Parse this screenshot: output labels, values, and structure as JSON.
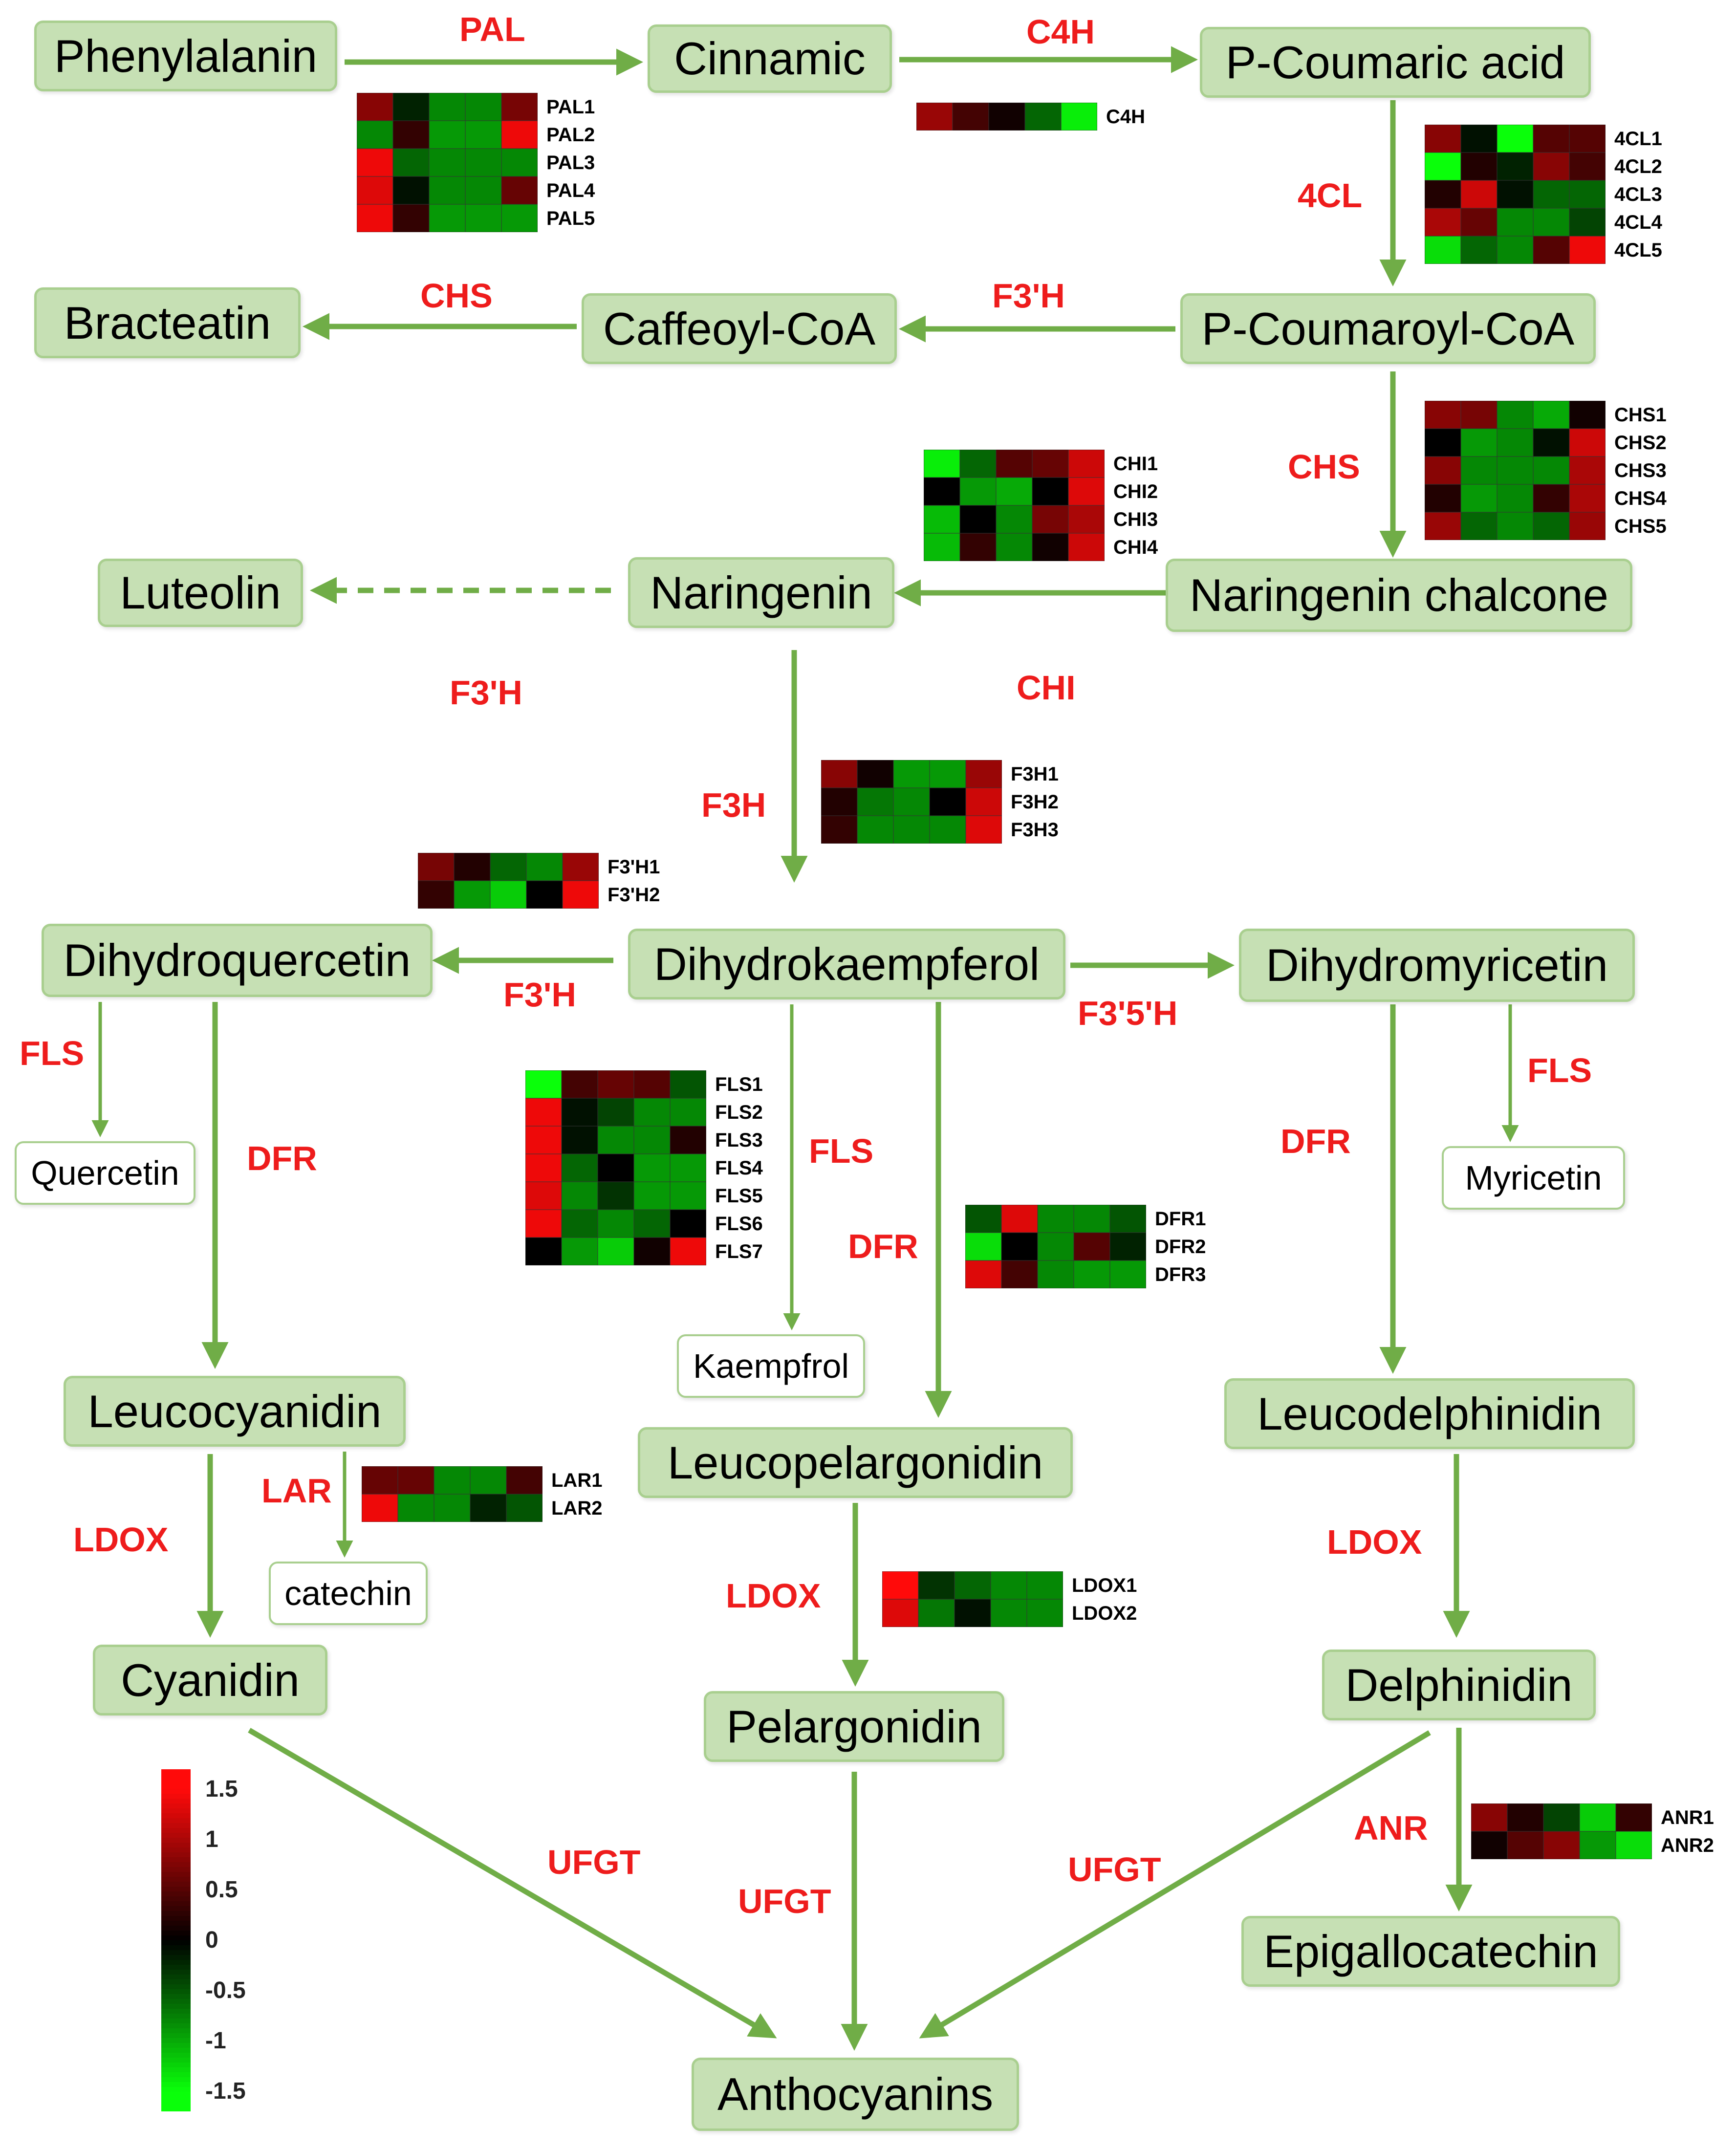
{
  "nodes": {
    "phenylalanin": "Phenylalanin",
    "cinnamic": "Cinnamic",
    "p_coumaric_acid": "P-Coumaric acid",
    "bracteatin": "Bracteatin",
    "caffeoyl_coa": "Caffeoyl-CoA",
    "p_coumaroyl_coa": "P-Coumaroyl-CoA",
    "luteolin": "Luteolin",
    "naringenin": "Naringenin",
    "naringenin_chalcone": "Naringenin chalcone",
    "dihydroquercetin": "Dihydroquercetin",
    "dihydrokaempferol": "Dihydrokaempferol",
    "dihydromyricetin": "Dihydromyricetin",
    "quercetin": "Quercetin",
    "kaempfrol": "Kaempfrol",
    "myricetin": "Myricetin",
    "leucocyanidin": "Leucocyanidin",
    "leucopelargonidin": "Leucopelargonidin",
    "leucodelphinidin": "Leucodelphinidin",
    "catechin": "catechin",
    "cyanidin": "Cyanidin",
    "pelargonidin": "Pelargonidin",
    "delphinidin": "Delphinidin",
    "epigallocatechin": "Epigallocatechin",
    "anthocyanins": "Anthocyanins"
  },
  "enzymes": {
    "pal": "PAL",
    "c4h": "C4H",
    "four_cl": "4CL",
    "chs_top": "CHS",
    "f3h_top": "F3'H",
    "chs_mid": "CHS",
    "f3h_left": "F3'H",
    "chi": "CHI",
    "f3h": "F3H",
    "f3h_mid": "F3'H",
    "f35h": "F3'5'H",
    "fls_left": "FLS",
    "dfr_left": "DFR",
    "fls_mid": "FLS",
    "dfr_mid": "DFR",
    "dfr_right": "DFR",
    "fls_right": "FLS",
    "lar": "LAR",
    "ldox_left": "LDOX",
    "ldox_mid": "LDOX",
    "ldox_right": "LDOX",
    "anr": "ANR",
    "ufgt_left": "UFGT",
    "ufgt_mid": "UFGT",
    "ufgt_right": "UFGT"
  },
  "colors": {
    "node_fill": "#c6e0b4",
    "node_border": "#a9cf8f",
    "arrow": "#70ad47",
    "enzyme_text": "#ee1c1c",
    "heat_high": "#ff1a1a",
    "heat_mid": "#000000",
    "heat_low": "#1aff1a"
  },
  "heatmaps": [
    {
      "id": "pal",
      "genes": [
        {
          "name": "PAL1",
          "values": [
            0.8,
            -0.2,
            -0.8,
            -0.8,
            0.7
          ]
        },
        {
          "name": "PAL2",
          "values": [
            -0.8,
            0.3,
            -0.9,
            -0.9,
            1.4
          ]
        },
        {
          "name": "PAL3",
          "values": [
            1.4,
            -0.6,
            -0.8,
            -0.8,
            -0.8
          ]
        },
        {
          "name": "PAL4",
          "values": [
            1.3,
            -0.1,
            -0.8,
            -0.8,
            0.6
          ]
        },
        {
          "name": "PAL5",
          "values": [
            1.4,
            0.3,
            -0.9,
            -0.9,
            -0.9
          ]
        }
      ]
    },
    {
      "id": "c4h",
      "genes": [
        {
          "name": "C4H",
          "values": [
            0.9,
            0.4,
            0.1,
            -0.6,
            -1.4
          ]
        }
      ]
    },
    {
      "id": "4cl",
      "genes": [
        {
          "name": "4CL1",
          "values": [
            0.8,
            -0.1,
            -1.5,
            0.5,
            0.5
          ]
        },
        {
          "name": "4CL2",
          "values": [
            -1.5,
            0.2,
            -0.2,
            0.8,
            0.4
          ]
        },
        {
          "name": "4CL3",
          "values": [
            0.2,
            1.2,
            -0.1,
            -0.6,
            -0.6
          ]
        },
        {
          "name": "4CL4",
          "values": [
            1.0,
            0.6,
            -0.8,
            -0.8,
            -0.4
          ]
        },
        {
          "name": "4CL5",
          "values": [
            -1.3,
            -0.6,
            -0.8,
            0.5,
            1.4
          ]
        }
      ]
    },
    {
      "id": "chs",
      "genes": [
        {
          "name": "CHS1",
          "values": [
            0.8,
            0.7,
            -0.8,
            -1.0,
            0.1
          ]
        },
        {
          "name": "CHS2",
          "values": [
            0.0,
            -0.9,
            -0.8,
            -0.1,
            1.2
          ]
        },
        {
          "name": "CHS3",
          "values": [
            0.8,
            -0.8,
            -0.8,
            -0.8,
            1.0
          ]
        },
        {
          "name": "CHS4",
          "values": [
            0.2,
            -0.9,
            -0.8,
            0.3,
            1.0
          ]
        },
        {
          "name": "CHS5",
          "values": [
            0.9,
            -0.6,
            -0.8,
            -0.6,
            0.9
          ]
        }
      ]
    },
    {
      "id": "chi",
      "genes": [
        {
          "name": "CHI1",
          "values": [
            -1.4,
            -0.6,
            0.5,
            0.6,
            1.2
          ]
        },
        {
          "name": "CHI2",
          "values": [
            0.0,
            -0.9,
            -1.0,
            0.0,
            1.3
          ]
        },
        {
          "name": "CHI3",
          "values": [
            -1.1,
            0.0,
            -0.8,
            0.7,
            1.0
          ]
        },
        {
          "name": "CHI4",
          "values": [
            -1.1,
            0.3,
            -0.8,
            0.1,
            1.2
          ]
        }
      ]
    },
    {
      "id": "f3h",
      "genes": [
        {
          "name": "F3H1",
          "values": [
            0.8,
            0.1,
            -0.9,
            -0.9,
            0.9
          ]
        },
        {
          "name": "F3H2",
          "values": [
            0.2,
            -0.7,
            -0.8,
            0.0,
            1.2
          ]
        },
        {
          "name": "F3H3",
          "values": [
            0.3,
            -0.8,
            -0.8,
            -0.8,
            1.3
          ]
        }
      ]
    },
    {
      "id": "f3ph",
      "genes": [
        {
          "name": "F3'H1",
          "values": [
            0.7,
            0.2,
            -0.6,
            -0.8,
            0.9
          ]
        },
        {
          "name": "F3'H2",
          "values": [
            0.3,
            -0.9,
            -1.2,
            0.0,
            1.4
          ]
        }
      ]
    },
    {
      "id": "fls",
      "genes": [
        {
          "name": "FLS1",
          "values": [
            -1.5,
            0.4,
            0.6,
            0.5,
            -0.5
          ]
        },
        {
          "name": "FLS2",
          "values": [
            1.4,
            -0.1,
            -0.4,
            -0.8,
            -0.8
          ]
        },
        {
          "name": "FLS3",
          "values": [
            1.4,
            -0.1,
            -0.8,
            -0.8,
            0.2
          ]
        },
        {
          "name": "FLS4",
          "values": [
            1.4,
            -0.6,
            0.0,
            -0.9,
            -0.9
          ]
        },
        {
          "name": "FLS5",
          "values": [
            1.3,
            -0.8,
            -0.3,
            -0.9,
            -0.9
          ]
        },
        {
          "name": "FLS6",
          "values": [
            1.4,
            -0.6,
            -0.8,
            -0.6,
            0.0
          ]
        },
        {
          "name": "FLS7",
          "values": [
            0.0,
            -0.9,
            -1.2,
            0.1,
            1.4
          ]
        }
      ]
    },
    {
      "id": "dfr",
      "genes": [
        {
          "name": "DFR1",
          "values": [
            -0.5,
            1.3,
            -0.8,
            -0.8,
            -0.5
          ]
        },
        {
          "name": "DFR2",
          "values": [
            -1.3,
            0.0,
            -0.8,
            0.5,
            -0.2
          ]
        },
        {
          "name": "DFR3",
          "values": [
            1.3,
            0.4,
            -0.8,
            -0.9,
            -0.9
          ]
        }
      ]
    },
    {
      "id": "lar",
      "genes": [
        {
          "name": "LAR1",
          "values": [
            0.6,
            0.6,
            -0.8,
            -0.8,
            0.4
          ]
        },
        {
          "name": "LAR2",
          "values": [
            1.4,
            -0.8,
            -0.8,
            -0.2,
            -0.5
          ]
        }
      ]
    },
    {
      "id": "ldox",
      "genes": [
        {
          "name": "LDOX1",
          "values": [
            1.5,
            -0.3,
            -0.6,
            -0.8,
            -0.8
          ]
        },
        {
          "name": "LDOX2",
          "values": [
            1.3,
            -0.7,
            -0.1,
            -0.8,
            -0.8
          ]
        }
      ]
    },
    {
      "id": "anr",
      "genes": [
        {
          "name": "ANR1",
          "values": [
            0.8,
            0.2,
            -0.4,
            -1.2,
            0.3
          ]
        },
        {
          "name": "ANR2",
          "values": [
            0.1,
            0.5,
            0.8,
            -0.9,
            -1.3
          ]
        }
      ]
    }
  ],
  "legend": {
    "ticks": [
      "1.5",
      "1",
      "0.5",
      "0",
      "-0.5",
      "-1",
      "-1.5"
    ],
    "tick_values": [
      1.5,
      1,
      0.5,
      0,
      -0.5,
      -1,
      -1.5
    ],
    "range": [
      -1.7,
      1.7
    ]
  }
}
